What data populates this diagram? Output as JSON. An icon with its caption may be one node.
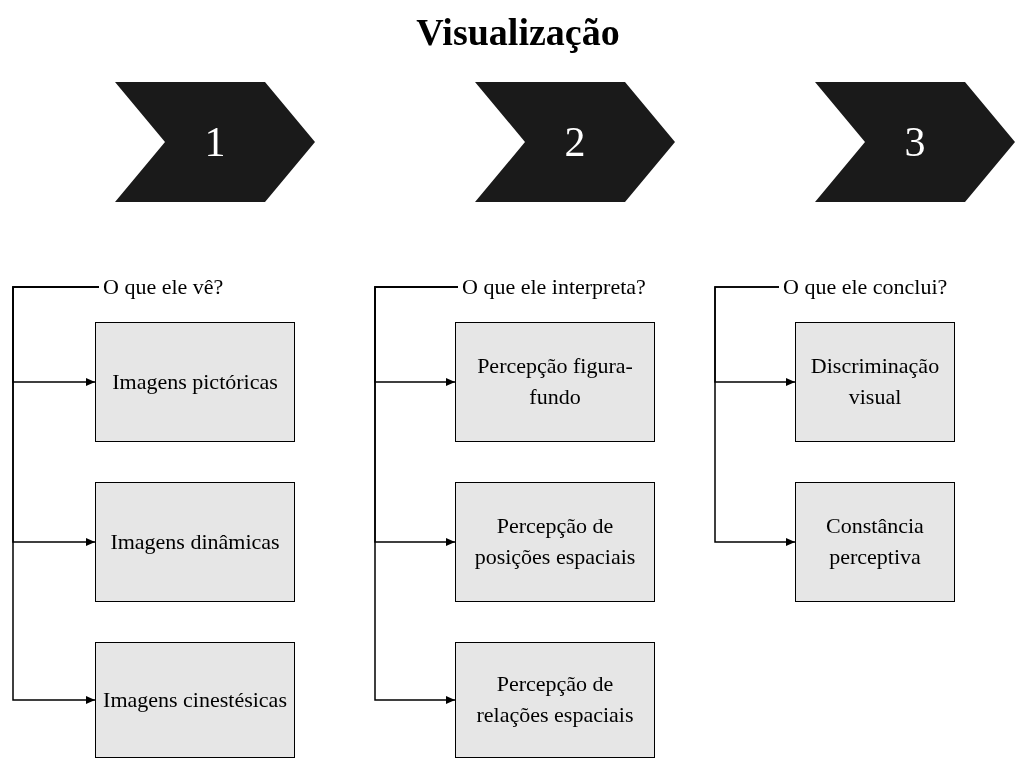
{
  "diagram": {
    "title": "Visualização",
    "nodes": [
      {
        "text": [
          "1"
        ]
      },
      {
        "text": [
          "2"
        ]
      },
      {
        "text": [
          "3"
        ]
      },
      {
        "text": [
          "O que ele vê?"
        ]
      },
      {
        "text": [
          "Imagens pictóricas"
        ]
      },
      {
        "text": [
          "Imagens dinâmicas"
        ]
      },
      {
        "text": [
          "Imagens cinestésicas"
        ]
      },
      {
        "text": [
          "O que ele interpreta?"
        ]
      },
      {
        "text": [
          "Percepção figura-fundo"
        ]
      },
      {
        "text": [
          "Percepção de posições espaciais"
        ]
      },
      {
        "text": [
          "Percepção de relações espaciais"
        ]
      },
      {
        "text": [
          "O que ele conclui?"
        ]
      },
      {
        "text": [
          "Discriminação visual"
        ]
      },
      {
        "text": [
          "Constância perceptiva"
        ]
      }
    ],
    "edges": [
      {
        "from": 3,
        "to": 4,
        "arrow": "to"
      },
      {
        "from": 3,
        "to": 5,
        "arrow": "to"
      },
      {
        "from": 3,
        "to": 6,
        "arrow": "to"
      },
      {
        "from": 7,
        "to": 8,
        "arrow": "to"
      },
      {
        "from": 7,
        "to": 9,
        "arrow": "to"
      },
      {
        "from": 7,
        "to": 10,
        "arrow": "to"
      },
      {
        "from": 11,
        "to": 12,
        "arrow": "to"
      },
      {
        "from": 11,
        "to": 13,
        "arrow": "to"
      }
    ]
  }
}
